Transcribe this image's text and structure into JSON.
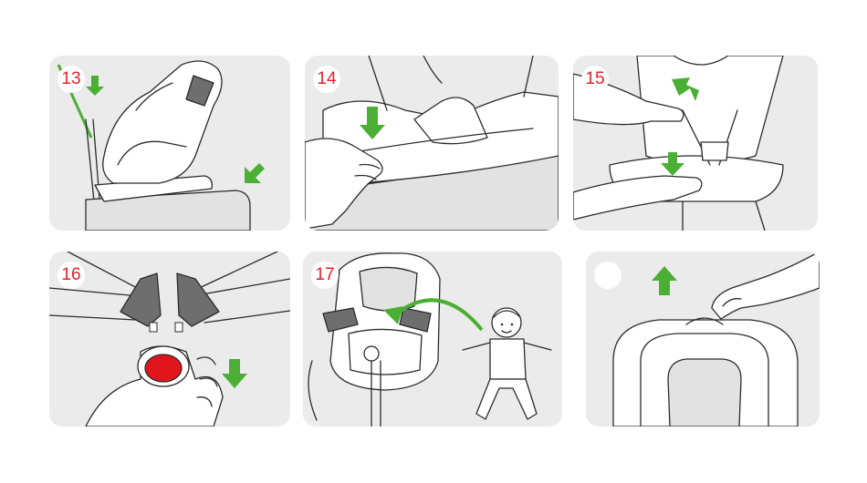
{
  "panels": [
    {
      "step": "13",
      "arrows": [
        "down",
        "down-left"
      ]
    },
    {
      "step": "14",
      "arrows": [
        "down"
      ]
    },
    {
      "step": "15",
      "arrows": [
        "up-left",
        "down"
      ]
    },
    {
      "step": "16",
      "arrows": [
        "down"
      ]
    },
    {
      "step": "17",
      "arrows": [
        "curved-left"
      ]
    },
    {
      "step": "",
      "arrows": [
        "up"
      ]
    }
  ],
  "colors": {
    "panel_bg": "#ebebeb",
    "arrow": "#4caf35",
    "step_number": "#e5202a",
    "button": "#e0161c",
    "line": "#2b2b2b"
  }
}
